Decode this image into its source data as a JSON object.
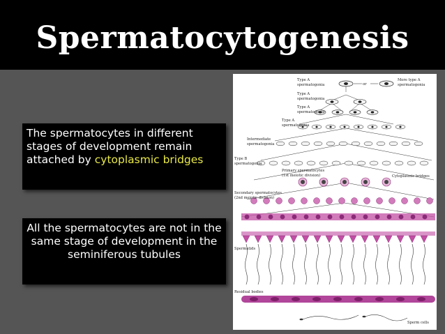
{
  "slide": {
    "title": "Spermatocytogenesis",
    "box1_text": "The spermatocytes in different stages of development  remain attached by ",
    "box1_highlight": "cytoplasmic bridges",
    "box2_text": "All the spermatocytes  are not in the same stage of development in the seminiferous tubules"
  },
  "figure": {
    "labels": {
      "type_a1_1": "Type A",
      "type_a1_2": "spermatogonia",
      "or": "or",
      "more_a1_1": "More type A",
      "more_a1_2": "spermatogonia",
      "type_a2_1": "Type A",
      "type_a2_2": "spermatogonia",
      "type_a3_1": "Type A",
      "type_a3_2": "spermatogonia",
      "type_a4_1": "Type A",
      "type_a4_2": "spermatogonia",
      "intermediate_1": "Intermediate",
      "intermediate_2": "spermatogonia",
      "type_b_1": "Type B",
      "type_b_2": "spermatogonia",
      "primary_1": "Primary spermatocytes",
      "primary_2": "(1st meiotic division)",
      "bridges": "Cytoplasmic bridges",
      "secondary_1": "Secondary spermatocytes",
      "secondary_2": "(2nd meiotic division)",
      "spermatids": "Spermatids",
      "residual": "Residual bodies",
      "sperm": "Sperm cells"
    }
  },
  "colors": {
    "background": "#555555",
    "box": "#000000",
    "highlight": "#e8e848",
    "cell_pink": "#c24fa4"
  }
}
